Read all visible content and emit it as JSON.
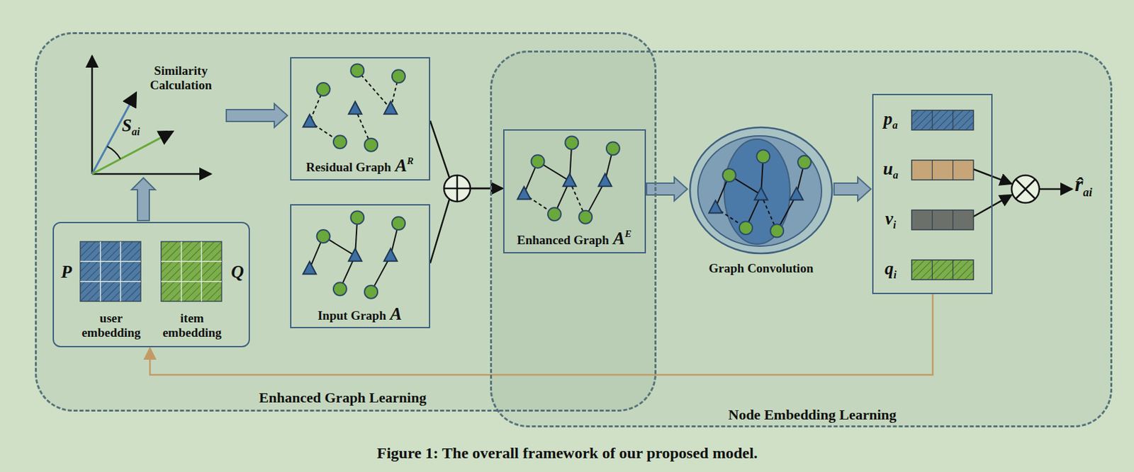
{
  "diagram": {
    "caption": "Figure 1: The overall framework of our proposed model.",
    "nodes": [
      {
        "text": [
          "Enhanced Graph Learning"
        ]
      },
      {
        "text": [
          "Node Embedding Learning"
        ]
      },
      {
        "text": [
          "Similarity Calculation",
          "S",
          "ai"
        ],
        "in": 0
      },
      {
        "text": [
          "P",
          "user embedding",
          "Q",
          "item embedding"
        ],
        "in": 0
      },
      {
        "text": [
          "Residual Graph",
          "A",
          "R"
        ],
        "in": 0
      },
      {
        "text": [
          "Input Graph",
          "A"
        ],
        "in": 0
      },
      {
        "text": [
          "Enhanced Graph",
          "A",
          "E"
        ],
        "in": 1
      },
      {
        "text": [
          "Graph Convolution"
        ],
        "in": 1
      },
      {
        "text": [
          "p",
          "a",
          "u",
          "a",
          "v",
          "i",
          "q",
          "i"
        ],
        "in": 1
      }
    ],
    "edges": [
      {
        "from": 3,
        "to": 2,
        "arrow": "to"
      },
      {
        "from": 2,
        "to": 4,
        "arrow": "to"
      },
      {
        "from": 4,
        "to": 6,
        "arrow": "to"
      },
      {
        "from": 5,
        "to": 6,
        "arrow": "to"
      },
      {
        "from": 6,
        "to": 7,
        "arrow": "to"
      },
      {
        "from": 7,
        "to": 8,
        "arrow": "to"
      },
      {
        "from": 8,
        "to": 3,
        "arrow": "to"
      }
    ],
    "labels": [
      "r̂",
      "ai"
    ]
  }
}
